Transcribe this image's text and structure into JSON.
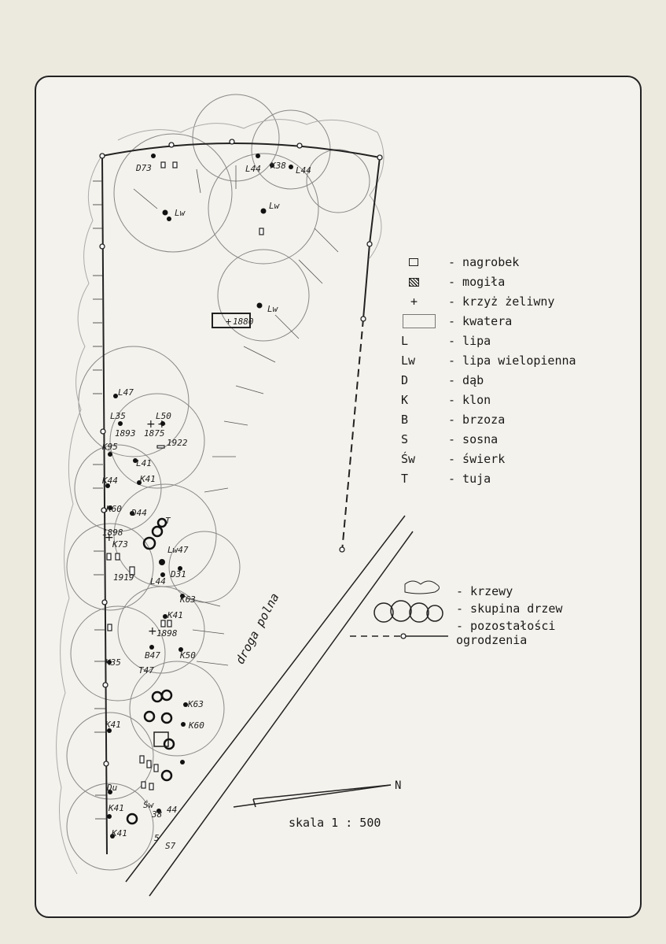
{
  "legend": [
    {
      "symbol_type": "box",
      "symbol": "",
      "text": "- nagrobek"
    },
    {
      "symbol_type": "hatch",
      "symbol": "",
      "text": "- mogiła"
    },
    {
      "symbol_type": "char",
      "symbol": "+",
      "text": "- krzyż żeliwny"
    },
    {
      "symbol_type": "big",
      "symbol": "",
      "text": "- kwatera"
    },
    {
      "symbol_type": "char",
      "symbol": "L",
      "text": "- lipa"
    },
    {
      "symbol_type": "char",
      "symbol": "Lw",
      "text": "- lipa wielopienna"
    },
    {
      "symbol_type": "char",
      "symbol": "D",
      "text": "- dąb"
    },
    {
      "symbol_type": "char",
      "symbol": "K",
      "text": "- klon"
    },
    {
      "symbol_type": "char",
      "symbol": "B",
      "text": "- brzoza"
    },
    {
      "symbol_type": "char",
      "symbol": "S",
      "text": "- sosna"
    },
    {
      "symbol_type": "char",
      "symbol": "Św",
      "text": "- świerk"
    },
    {
      "symbol_type": "char",
      "symbol": "T",
      "text": "- tuja"
    }
  ],
  "legend_lower": [
    {
      "text": "- krzewy"
    },
    {
      "text": "- skupina drzew"
    },
    {
      "text": "- pozostałości\nogrodzenia"
    }
  ],
  "scale": "skala 1 : 500",
  "north": "N",
  "road": "droga polna",
  "tree_labels": [
    "D73",
    "L44",
    "K38",
    "L44",
    "Lw",
    "Lw",
    "Lw",
    "L47",
    "L35",
    "L50",
    "1893",
    "1875",
    "1922",
    "K95",
    "L41",
    "K44",
    "K41",
    "K60",
    "D44",
    "1898",
    "K73",
    "Lw47",
    "D31",
    "1919",
    "L44",
    "K63",
    "K41",
    "1898",
    "B47",
    "K50",
    "K35",
    "T47",
    "K63",
    "K60",
    "K41",
    "Du",
    "K41",
    "Św",
    "38",
    "44",
    "5",
    "S7",
    "K41",
    "T"
  ],
  "grave_year": "1880",
  "colors": {
    "paper": "#ece9df",
    "ink": "#1a1a1a",
    "frame": "#222222"
  }
}
